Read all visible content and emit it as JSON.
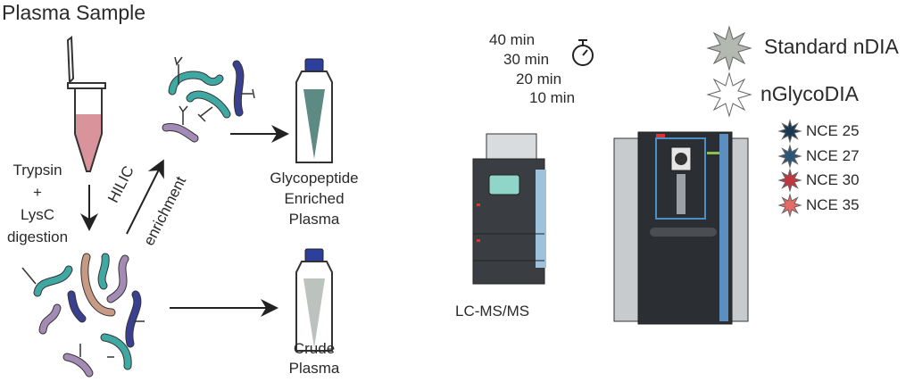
{
  "title": "Plasma Sample",
  "digestion": [
    "Trypsin",
    "+",
    "LysC",
    "digestion"
  ],
  "enrichment": {
    "line1": "HILIC",
    "line2": "enrichment"
  },
  "enriched_sample": [
    "Glycopeptide",
    "Enriched",
    "Plasma"
  ],
  "crude_sample": [
    "Crude",
    "Plasma"
  ],
  "gradients": [
    "40 min",
    "30 min",
    "20 min",
    "10 min"
  ],
  "instrument_label": "LC-MS/MS",
  "legend": {
    "methods": [
      {
        "label": "Standard nDIA",
        "color": "#b3b8b0"
      },
      {
        "label": "nGlycoDIA",
        "color": "#ffffff"
      }
    ],
    "nce": [
      {
        "label": "NCE 25",
        "color": "#1b3853"
      },
      {
        "label": "NCE 27",
        "color": "#2d5576"
      },
      {
        "label": "NCE 30",
        "color": "#c3353f"
      },
      {
        "label": "NCE 35",
        "color": "#e56b64"
      }
    ]
  },
  "colors": {
    "teal": "#3fa8a3",
    "navy": "#3b3f8f",
    "lilac": "#a48bb5",
    "tan": "#c79a86",
    "pink_fill": "#d9939a",
    "cap_blue": "#2c3f9a"
  }
}
